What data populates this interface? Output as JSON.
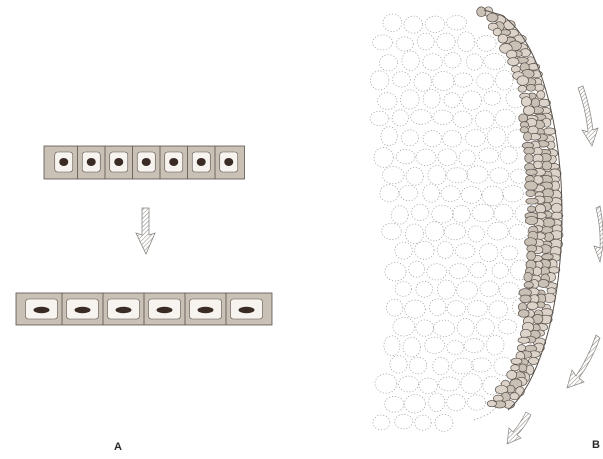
{
  "figure": {
    "panels": [
      {
        "id": "A",
        "label": "A"
      },
      {
        "id": "B",
        "label": "B"
      }
    ],
    "colors": {
      "cell_fill": "#c9c0b6",
      "cell_fill_light": "#dcd4ca",
      "cell_outline": "#5a524b",
      "nucleus_dark": "#3a2c24",
      "nucleus_light_halo": "#f7f3ee",
      "arrow": "#8a8580",
      "dotted_outline": "#9a9a9a",
      "background": "#ffffff"
    },
    "icons": [
      "down-arrow-icon",
      "curved-arrow-icon"
    ]
  }
}
